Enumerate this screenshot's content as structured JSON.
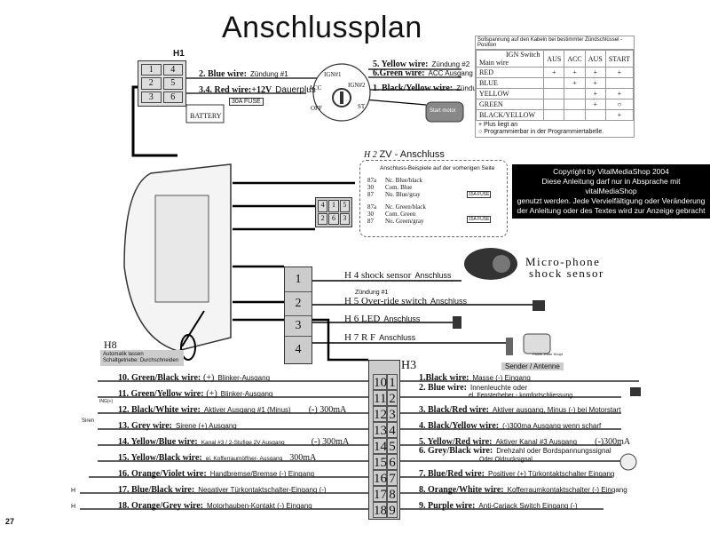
{
  "title": "Anschlussplan",
  "page_number": "27",
  "h1": {
    "label": "H1",
    "pins": [
      "1",
      "2",
      "3",
      "4",
      "5",
      "6"
    ],
    "battery": "BATTERY",
    "fuse": "30A FUSE",
    "wires": {
      "blue": {
        "name": "2. Blue wire:",
        "desc": "Zündung #1"
      },
      "red": {
        "name": "3.4. Red wire:+12V",
        "desc": "Dauerplus"
      },
      "yellow": {
        "name": "5. Yellow wire:",
        "desc": "Zündung #2"
      },
      "green": {
        "name": "6.Green wire:",
        "desc": "ACC Ausgang"
      },
      "blackyellow": {
        "name": "1. Black/Yellow wire:",
        "desc": "Zündung #1"
      }
    },
    "switch": {
      "acc": "ACC",
      "ign1": "IGN#1",
      "ign2": "IGN#2",
      "off": "OFF",
      "st": "ST",
      "motor": "Start motor"
    }
  },
  "state_table": {
    "caption": "Sollspannung auf den Kabeln bei bestimmter Zündschlüssel - Position",
    "header_switch": "IGN Switch",
    "header_main": "Main wire",
    "columns": [
      "AUS",
      "ACC",
      "AUS",
      "START"
    ],
    "rows": [
      {
        "wire": "RED",
        "cells": [
          "+",
          "+",
          "+",
          "+"
        ]
      },
      {
        "wire": "BLUE",
        "cells": [
          "",
          "+",
          "+",
          ""
        ]
      },
      {
        "wire": "YELLOW",
        "cells": [
          "",
          "",
          "+",
          "+"
        ]
      },
      {
        "wire": "GREEN",
        "cells": [
          "",
          "",
          "+",
          "○"
        ]
      },
      {
        "wire": "BLACK/YELLOW",
        "cells": [
          "",
          "",
          "",
          "+"
        ]
      }
    ],
    "legend_plus": "+ Plus liegt an",
    "legend_circle": "Programmierbar in der Programmiertabelle."
  },
  "h2": {
    "label": "H 2",
    "title": "ZV - Anschluss",
    "subtitle": "Anschluss-Beispiele auf der vorherigen Seite",
    "relay1": [
      {
        "pin": "87a",
        "text": "Nc. Blue/black"
      },
      {
        "pin": "30",
        "text": "Com. Blue"
      },
      {
        "pin": "87",
        "text": "No. Blue/gray"
      }
    ],
    "relay2": [
      {
        "pin": "87a",
        "text": "Nc. Green/black"
      },
      {
        "pin": "30",
        "text": "Com. Green"
      },
      {
        "pin": "87",
        "text": "No. Green/gray"
      }
    ],
    "fuse1": "15A FUSE",
    "fuse2": "15A FUSE",
    "socket": [
      "4",
      "1",
      "5",
      "2",
      "6",
      "3"
    ]
  },
  "copyright": {
    "line1": "Copyright by VitalMediaShop 2004",
    "line2": "Diese Anleitung darf nur in Absprache mit vitalMediaShop",
    "line3": "genutzt werden. Jede Vervielfältigung oder Veränderung",
    "line4": "der Anleitung oder des Textes wird zur Anzeige gebracht"
  },
  "mid_connectors": {
    "pins": [
      "1",
      "2",
      "3",
      "4"
    ],
    "h4": {
      "name": "H 4 shock sensor",
      "desc": "Anschluss"
    },
    "h5": {
      "name": "H 5 Over-ride switch",
      "desc": "Anschluss",
      "note": "Zündung #1"
    },
    "h6": {
      "name": "H 6 LED",
      "desc": "Anschluss"
    },
    "h7": {
      "name": "H 7 R F",
      "desc": "Anschluss"
    },
    "sensor_label_1": "Micro-phone",
    "sensor_label_2": "shock sensor",
    "antenna": "Sender / Antenne",
    "antenna_small": "Father-Rider Knopf"
  },
  "h8": {
    "label": "H8",
    "note_1": "Automatik lassen",
    "note_2": "Schaltgetriebe: Durchschneiden"
  },
  "h3": {
    "label": "H3",
    "pins_left": [
      "10",
      "11",
      "12",
      "13",
      "14",
      "15",
      "16",
      "17",
      "18"
    ],
    "pins_right": [
      "1",
      "2",
      "3",
      "4",
      "5",
      "6",
      "7",
      "8",
      "9"
    ],
    "left_wires": [
      {
        "name": "10. Green/Black wire:",
        "polarity": "(+)",
        "desc": "Blinker-Ausgang",
        "current": ""
      },
      {
        "name": "11. Green/Yellow wire:",
        "polarity": "(+)",
        "desc": "Blinker-Ausgang",
        "current": ""
      },
      {
        "name": "12. Black/White wire:",
        "polarity": "",
        "desc": "Aktiver Ausgang #1 (Minus)",
        "current": "(-) 300mA"
      },
      {
        "name": "13. Grey wire:",
        "polarity": "",
        "desc": "Sirene (+) Ausgang",
        "current": ""
      },
      {
        "name": "14. Yellow/Blue wire:",
        "polarity": "",
        "desc": "Kanal #3 / 2-Stufige 2V Ausgang",
        "current": "(-) 300mA"
      },
      {
        "name": "15. Yellow/Black wire:",
        "polarity": "",
        "desc": "el. Kofferraumöffner- Ausgang",
        "current": "300mA"
      },
      {
        "name": "16. Orange/Violet wire:",
        "polarity": "",
        "desc": "Handbremse/Bremse (-) Eingang",
        "current": ""
      },
      {
        "name": "17. Blue/Black wire:",
        "polarity": "",
        "desc": "Negativer Türkontaktschalter-Eingang (-)",
        "current": ""
      },
      {
        "name": "18. Orange/Grey wire:",
        "polarity": "",
        "desc": "Motorhauben-Kontakt (-) Eingang",
        "current": ""
      }
    ],
    "right_wires": [
      {
        "name": "1.Black wire:",
        "desc": "Masse (-) Eingang",
        "desc2": ""
      },
      {
        "name": "2. Blue wire:",
        "desc": "Innenleuchte oder",
        "desc2": "el. Fensterheber - komfortschliessung"
      },
      {
        "name": "3. Black/Red wire:",
        "desc": "Aktiver ausgang, Minus (-) bei Motorstart",
        "desc2": ""
      },
      {
        "name": "4. Black/Yellow wire:",
        "desc": "(-)300ma Ausgang wenn scharf",
        "desc2": ""
      },
      {
        "name": "5. Yellow/Red wire:",
        "desc": "Aktiver Kanal #3 Ausgang",
        "desc2": "(-)300mA"
      },
      {
        "name": "6. Grey/Black wire:",
        "desc": "Drehzahl oder Bordspannungssignal",
        "desc2": "Oder Oldrucksignal"
      },
      {
        "name": "7. Blue/Red wire:",
        "desc": "Positiver (+) Türkontaktschalter Eingang",
        "desc2": ""
      },
      {
        "name": "8. Orange/White wire:",
        "desc": "Kofferraumkontaktschalter (-) Eingang",
        "desc2": ""
      },
      {
        "name": "9. Purple wire:",
        "desc": "Anti-Carjack Switch Eingang (-)",
        "desc2": ""
      }
    ],
    "side_marks": {
      "siren": "Siren",
      "ing_pos": "ING(+)",
      "h_mark": "H",
      "h_mark2": "H"
    }
  }
}
